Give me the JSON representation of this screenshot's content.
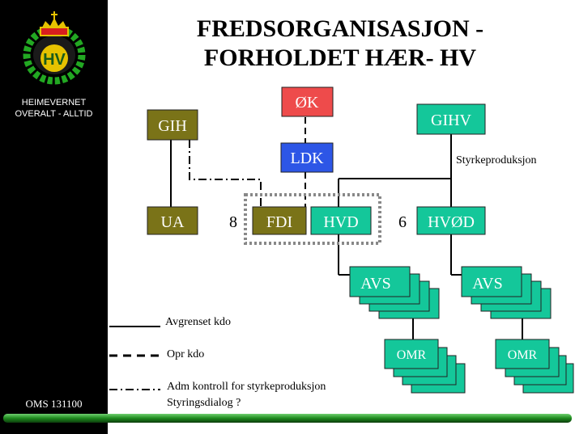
{
  "slide": {
    "title_line1": "FREDSORGANISASJON -",
    "title_line2": "FORHOLDET HÆR- HV",
    "sidebar": {
      "line1": "HEIMEVERNET",
      "line2": "OVERALT - ALLTID",
      "logo_text": "HV",
      "footer": "OMS 131100"
    }
  },
  "diagram": {
    "nodes": {
      "ok": "ØK",
      "ldk": "LDK",
      "gih": "GIH",
      "gihv": "GIHV",
      "ua": "UA",
      "fdi": "FDI",
      "hvd": "HVD",
      "hvod": "HVØD",
      "avs1": "AVS",
      "avs2": "AVS",
      "omr1": "OMR",
      "omr2": "OMR"
    },
    "numbers": {
      "fdi_count": "8",
      "hvod_count": "6"
    },
    "label_styrkeproduksjon": "Styrkeproduksjon"
  },
  "legend": {
    "solid": "Avgrenset kdo",
    "dashed": "Opr kdo",
    "dashdot_line1": "Adm kontroll for styrkeproduksjon",
    "dashdot_line2": "Styringsdialog ?"
  },
  "colors": {
    "olive": "#7a7318",
    "teal": "#14c79a",
    "red": "#ee4b4b",
    "blue": "#2d56e6",
    "sidebar": "#000000",
    "bar_green": "#1e7a1e"
  }
}
